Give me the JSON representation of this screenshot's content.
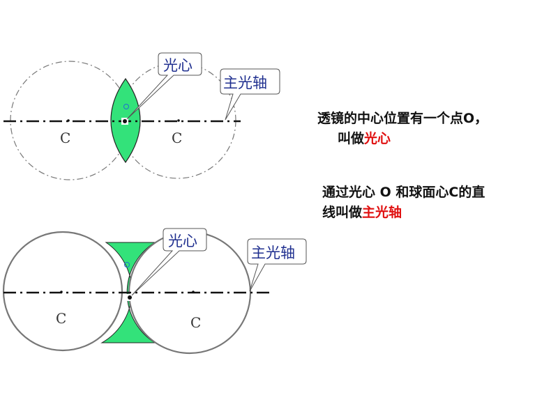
{
  "labels": {
    "optical_center": "光心",
    "principal_axis": "主光轴",
    "center_c": "C",
    "point_o": "O"
  },
  "text": {
    "line1": "透镜的中心位置有一个点O，",
    "line2_prefix": "叫做",
    "line2_highlight": "光心",
    "line3": "通过光心 O 和球面心C的直",
    "line4_prefix": "线叫做",
    "line4_highlight": "主光轴"
  },
  "colors": {
    "lens_fill": "#33e27a",
    "callout_text": "#1f2f8f",
    "highlight": "#e01010"
  }
}
